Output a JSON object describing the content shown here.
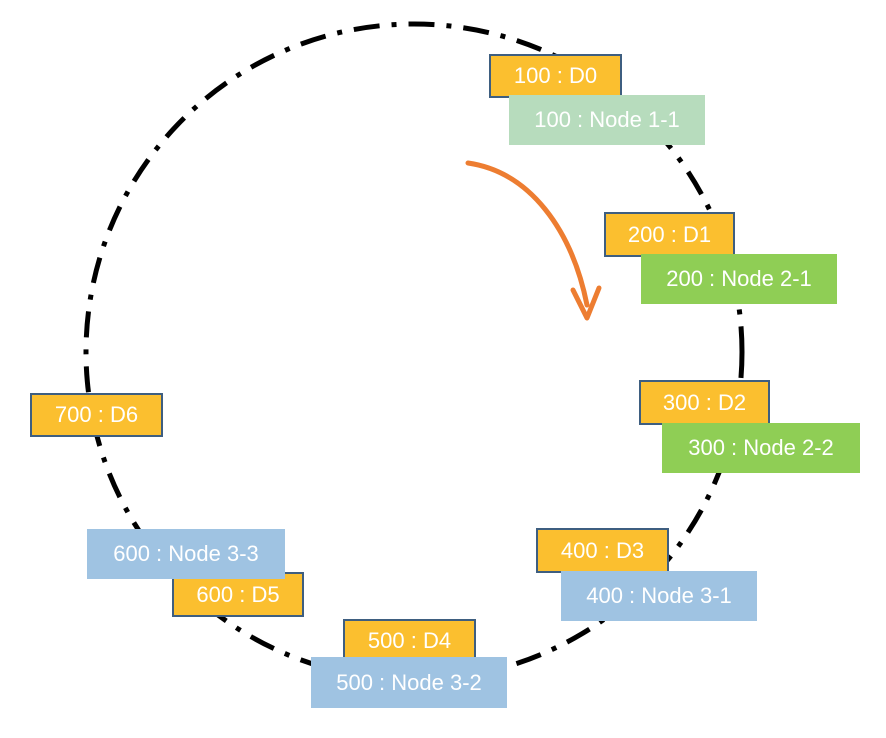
{
  "colors": {
    "data_fill": "#fbbf2f",
    "data_border": "#3e5e80",
    "node1": "#b7dcbd",
    "node2": "#8fce55",
    "node3": "#9fc3e2",
    "arrow": "#ed7d31",
    "ring": "#000000"
  },
  "ring": {
    "style": "dash-dot circle"
  },
  "direction_arrow": {
    "icon": "clockwise-arrow",
    "color": "#ed7d31"
  },
  "data_items": [
    {
      "label": "100 : D0"
    },
    {
      "label": "200 : D1"
    },
    {
      "label": "300 : D2"
    },
    {
      "label": "400 : D3"
    },
    {
      "label": "500 : D4"
    },
    {
      "label": "600 : D5"
    },
    {
      "label": "700 : D6"
    }
  ],
  "nodes": [
    {
      "label": "100 : Node 1-1"
    },
    {
      "label": "200 : Node 2-1"
    },
    {
      "label": "300 : Node 2-2"
    },
    {
      "label": "400 : Node 3-1"
    },
    {
      "label": "500 : Node 3-2"
    },
    {
      "label": "600 : Node 3-3"
    }
  ]
}
